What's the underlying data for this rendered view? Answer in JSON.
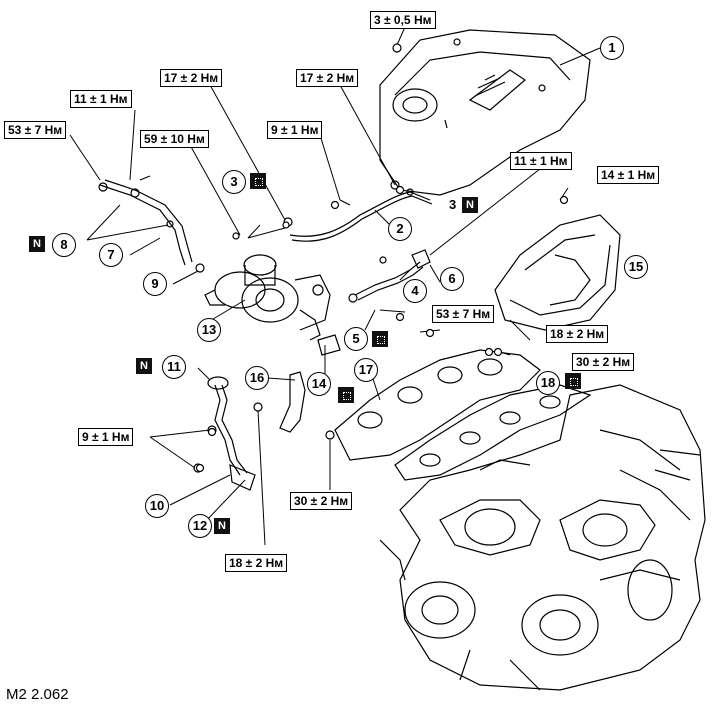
{
  "figure_code": "M2 2.062",
  "torques": {
    "t_cover_bolt": "3 ± 0,5 Нм",
    "t_17a": "17 ± 2 Нм",
    "t_17b": "17 ± 2 Нм",
    "t_11_pipe": "11 ± 1 Нм",
    "t_53_pipe": "53 ± 7 Нм",
    "t_59": "59 ± 10 Нм",
    "t_9_top": "9 ± 1 Нм",
    "t_11_right": "11 ± 1 Нм",
    "t_14": "14 ± 1 Нм",
    "t_53_mid": "53 ± 7 Нм",
    "t_18_right": "18 ± 2 Нм",
    "t_30_right": "30 ± 2 Нм",
    "t_9_lower": "9 ± 1 Нм",
    "t_30_bottom": "30 ± 2 Нм",
    "t_18_bottom": "18 ± 2 Нм"
  },
  "callouts": [
    "1",
    "2",
    "3",
    "4",
    "5",
    "6",
    "7",
    "8",
    "9",
    "10",
    "11",
    "12",
    "13",
    "14",
    "15",
    "16",
    "17",
    "18"
  ],
  "marks": {
    "n": "N",
    "three": "3"
  }
}
